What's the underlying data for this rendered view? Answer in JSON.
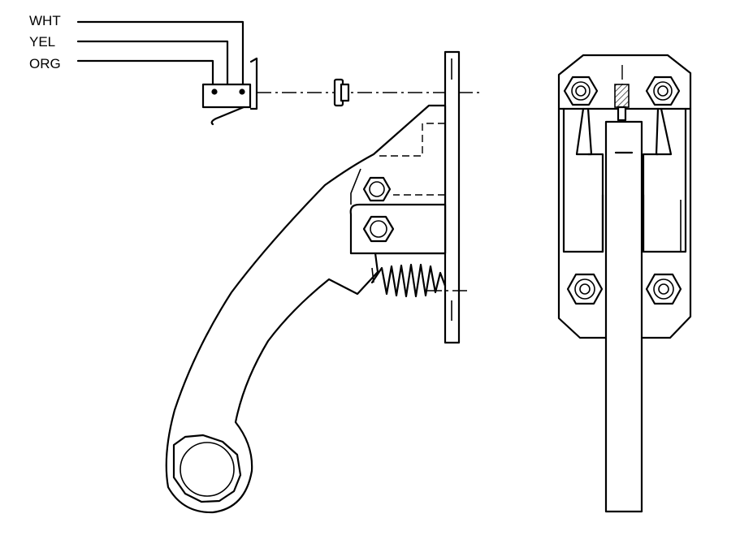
{
  "wires": [
    {
      "label": "WHT"
    },
    {
      "label": "YEL"
    },
    {
      "label": "ORG"
    }
  ]
}
